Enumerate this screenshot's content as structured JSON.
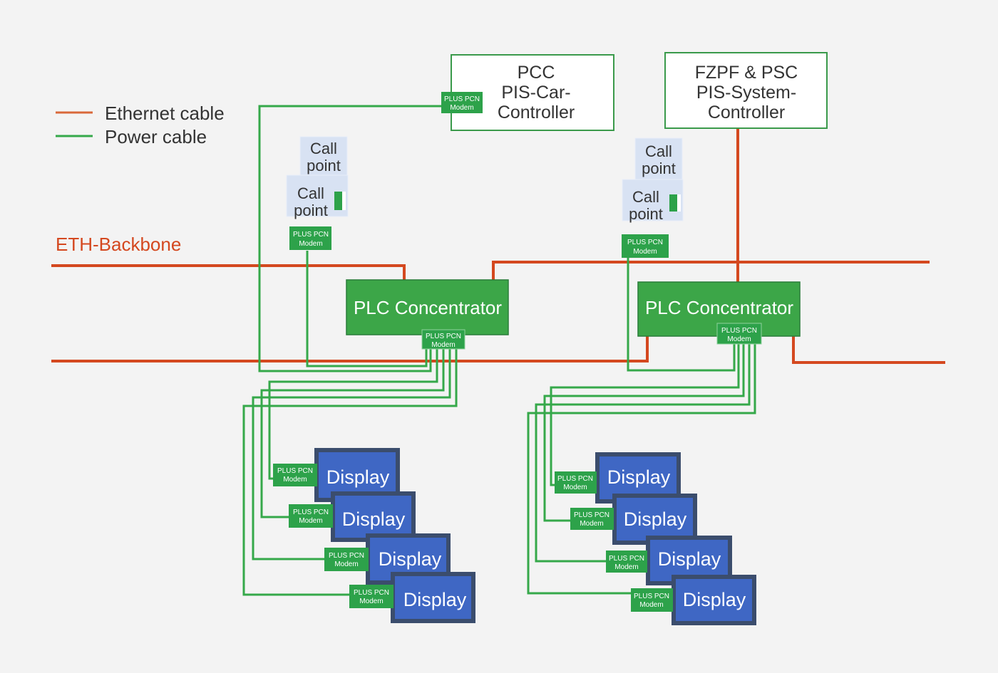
{
  "legend": {
    "ethernet_label": "Ethernet cable",
    "power_label": "Power cable"
  },
  "backbone_label": "ETH-Backbone",
  "pcc": {
    "line1": "PCC",
    "line2": "PIS-Car-",
    "line3": "Controller"
  },
  "fzpf": {
    "line1": "FZPF & PSC",
    "line2": "PIS-System-",
    "line3": "Controller"
  },
  "call_point": {
    "line1": "Call",
    "line2": "point"
  },
  "concentrator_label": "PLC Concentrator",
  "modem": {
    "line1": "PLUS PCN",
    "line2": "Modem"
  },
  "display_label": "Display",
  "colors": {
    "background": "#f3f3f3",
    "ethernet": "#d4481f",
    "ethernet_legend": "#d9683a",
    "power": "#35a84a",
    "modem_fill": "#2da24a",
    "concentrator_fill": "#3ca648",
    "box_border": "#3a9a4b",
    "call_point_fill": "#d8e2f3",
    "display_fill": "#3f67c4",
    "display_border": "#3b4d6d",
    "backbone_text": "#d4481f"
  }
}
